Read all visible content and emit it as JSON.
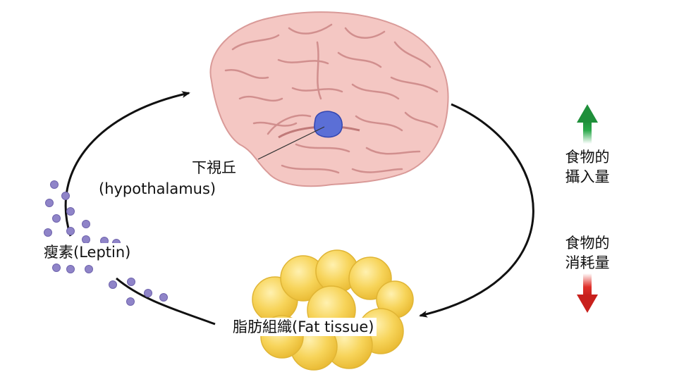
{
  "labels": {
    "hypothalamus_zh": "下視丘",
    "hypothalamus_en": "(hypothalamus)",
    "leptin": "瘦素(Leptin)",
    "fat_tissue": "脂肪組織(Fat tissue)",
    "intake_line1": "食物的",
    "intake_line2": "攝入量",
    "expenditure_line1": "食物的",
    "expenditure_line2": "消耗量"
  },
  "colors": {
    "brain": "#f4c7c3",
    "brain_outline": "#d99a98",
    "hypothalamus": "#5b6fd6",
    "fat": "#f7d45a",
    "leptin_dot": "#8f84c8",
    "cycle_arrow": "#111111",
    "intake_arrow": "#2aa84a",
    "expenditure_arrow": "#e0302a"
  },
  "icons": {
    "brain": "brain-illustration",
    "fat": "fat-tissue-cluster",
    "up": "up-arrow-icon",
    "down": "down-arrow-icon"
  }
}
